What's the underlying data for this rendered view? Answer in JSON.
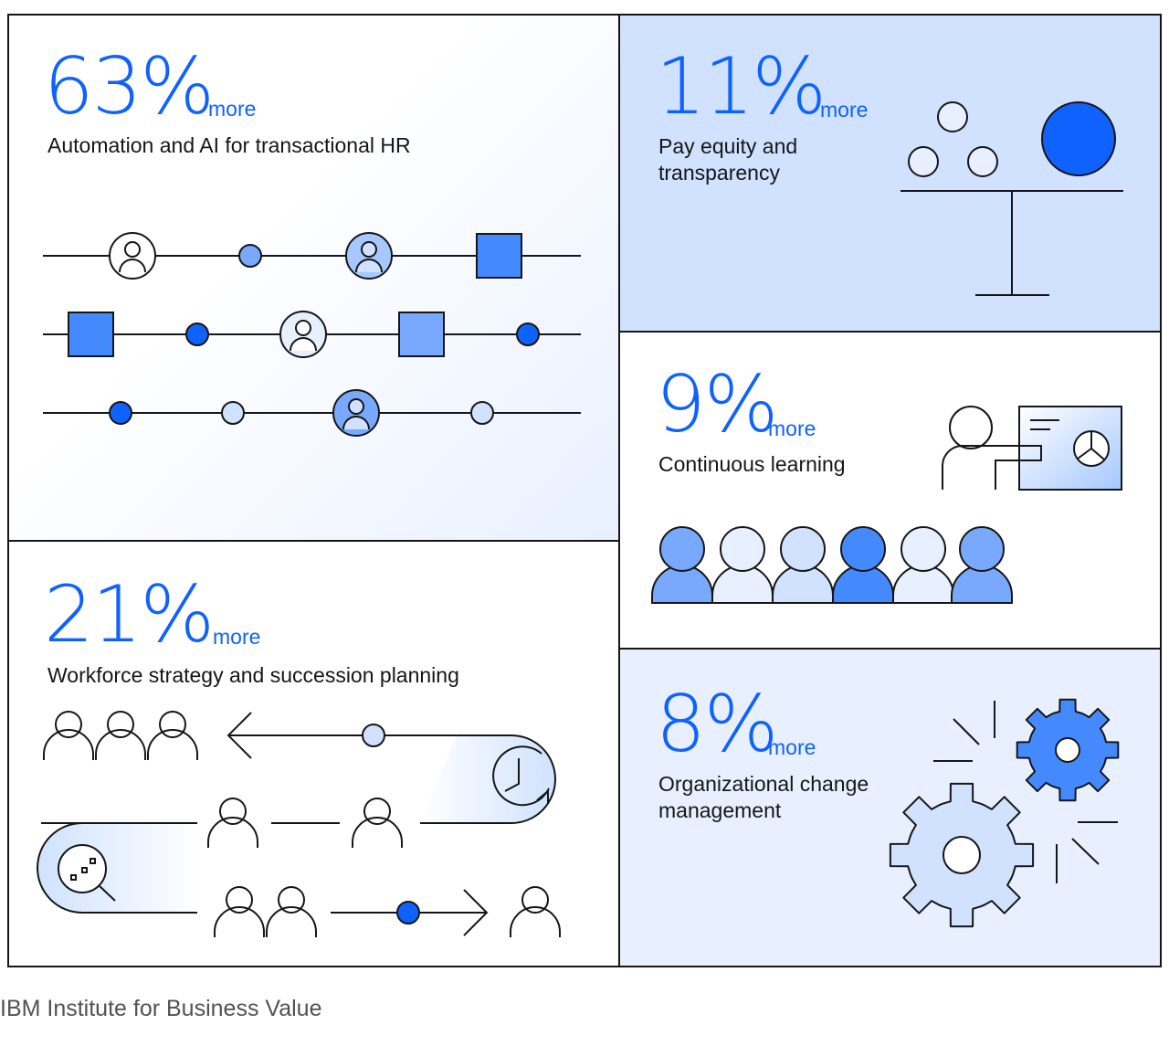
{
  "stats": [
    {
      "value": "63%",
      "more": "more",
      "label": "Automation and AI for transactional HR"
    },
    {
      "value": "11%",
      "more": "more",
      "label_line1": "Pay equity and",
      "label_line2": "transparency"
    },
    {
      "value": "9%",
      "more": "more",
      "label": "Continuous learning"
    },
    {
      "value": "21%",
      "more": "more",
      "label": "Workforce strategy and succession planning"
    },
    {
      "value": "8%",
      "more": "more",
      "label_line1": "Organizational change",
      "label_line2": "management"
    }
  ],
  "source": "IBM Institute for Business Value",
  "colors": {
    "accent": "#0f62fe",
    "light_blue": "#d0e2ff",
    "pale_blue": "#e8f0ff",
    "mid_blue": "#4589ff",
    "soft_blue": "#78a9ff",
    "ink": "#161616"
  },
  "icons": [
    "person-icon",
    "node-icon",
    "square-node-icon",
    "balance-scale-icon",
    "presenter-icon",
    "audience-icon",
    "clock-icon",
    "magnifier-icon",
    "arrow-icon",
    "gear-icon"
  ]
}
